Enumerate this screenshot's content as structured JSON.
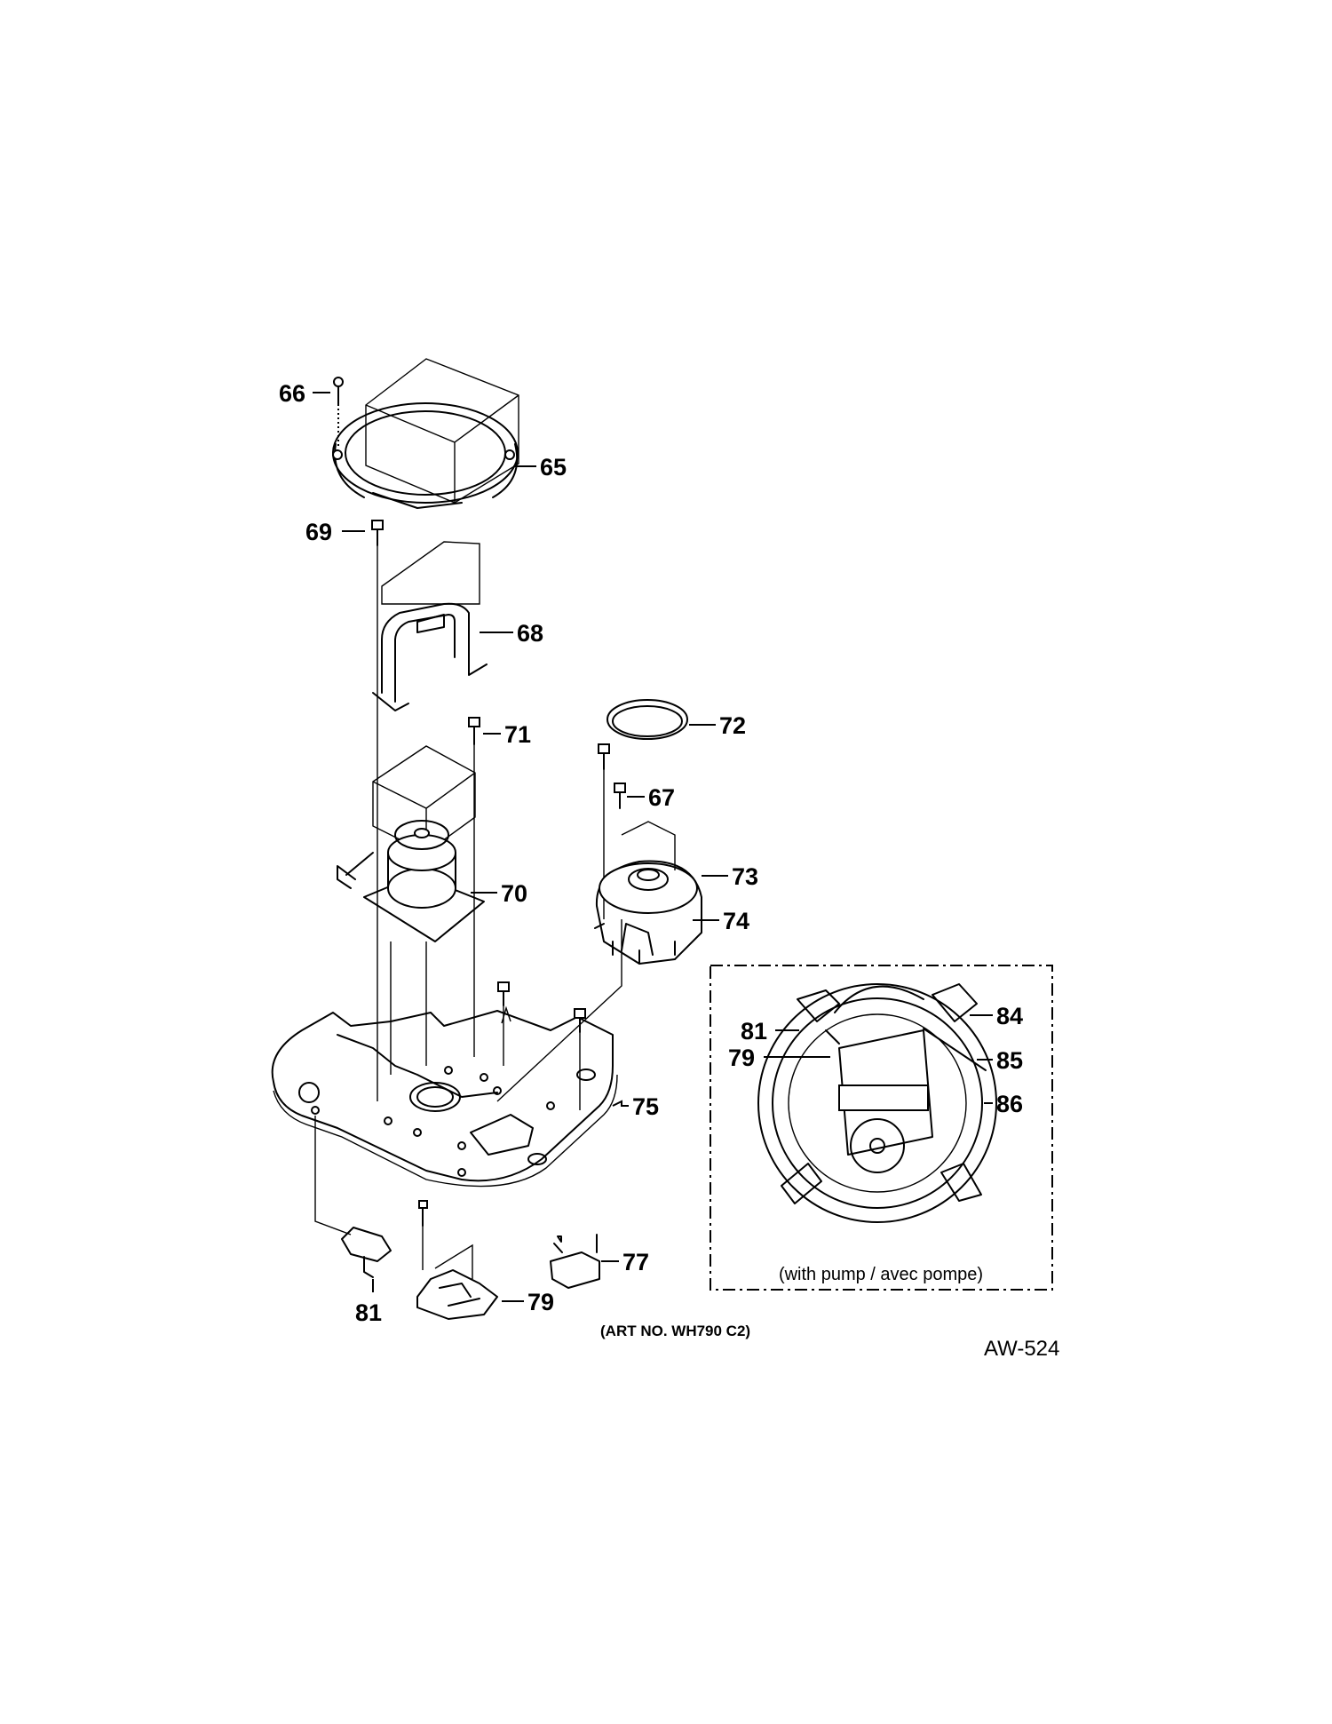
{
  "diagram": {
    "callouts": [
      {
        "id": "66",
        "label": "66"
      },
      {
        "id": "65",
        "label": "65"
      },
      {
        "id": "69",
        "label": "69"
      },
      {
        "id": "68",
        "label": "68"
      },
      {
        "id": "71",
        "label": "71"
      },
      {
        "id": "72",
        "label": "72"
      },
      {
        "id": "67",
        "label": "67"
      },
      {
        "id": "70",
        "label": "70"
      },
      {
        "id": "73",
        "label": "73"
      },
      {
        "id": "74",
        "label": "74"
      },
      {
        "id": "75",
        "label": "75"
      },
      {
        "id": "77",
        "label": "77"
      },
      {
        "id": "79",
        "label": "79"
      },
      {
        "id": "81",
        "label": "81"
      }
    ],
    "inset": {
      "caption": "(with pump / avec pompe)",
      "callouts": [
        {
          "id": "81",
          "label": "81"
        },
        {
          "id": "79",
          "label": "79"
        },
        {
          "id": "84",
          "label": "84"
        },
        {
          "id": "85",
          "label": "85"
        },
        {
          "id": "86",
          "label": "86"
        }
      ]
    },
    "art_number": "(ART NO. WH790 C2)",
    "drawing_id": "AW-524"
  }
}
